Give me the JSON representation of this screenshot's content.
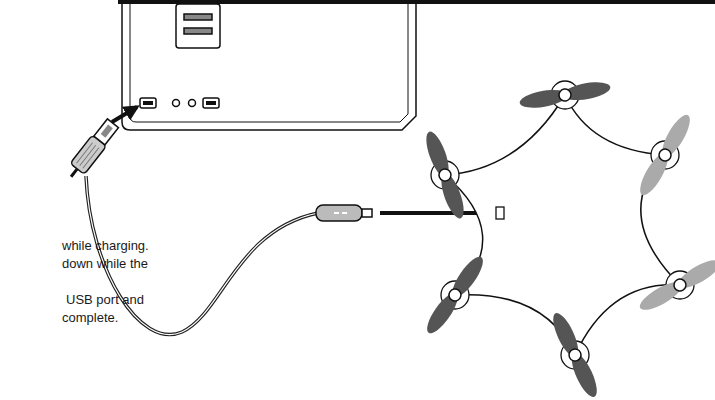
{
  "diagram": {
    "labels": [
      "while charging.",
      "down while the",
      "USB port and",
      "complete."
    ]
  }
}
